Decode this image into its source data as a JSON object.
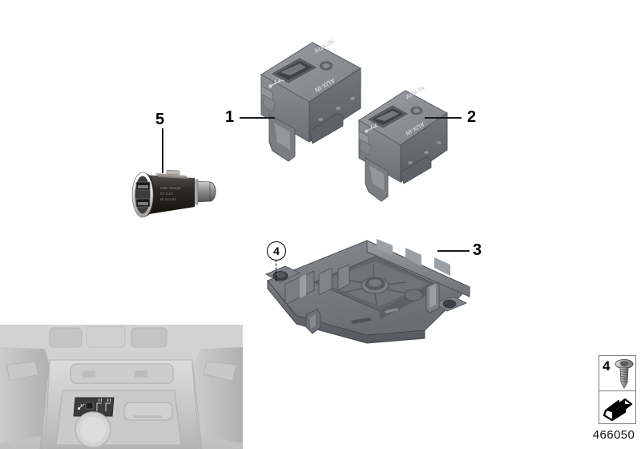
{
  "diagram": {
    "part_number": "466050",
    "background_color": "#ffffff",
    "line_color": "#1a1a1a"
  },
  "callouts": [
    {
      "id": "1",
      "label": "1",
      "target": "usb-aux-socket-large",
      "style": "plain"
    },
    {
      "id": "2",
      "label": "2",
      "target": "usb-aux-socket-small",
      "style": "plain"
    },
    {
      "id": "3",
      "label": "3",
      "target": "mounting-bracket",
      "style": "plain"
    },
    {
      "id": "4",
      "label": "4",
      "target": "screw",
      "style": "circled"
    },
    {
      "id": "5",
      "label": "5",
      "target": "dual-usb-charger-adapter",
      "style": "plain"
    }
  ],
  "parts": {
    "socket_large": {
      "name": "USB / AUX-IN socket",
      "face_text": "AUX-IN",
      "icons": [
        "usb-icon",
        "aux-jack-icon"
      ],
      "body_color": "#7d8084",
      "face_color": "#8e9195"
    },
    "socket_small": {
      "name": "USB / AUX-IN socket",
      "face_text": "AUX-IN",
      "icons": [
        "usb-icon",
        "aux-jack-icon"
      ],
      "body_color": "#7d8084",
      "face_color": "#8e9195"
    },
    "bracket": {
      "name": "Mounting bracket / carrier",
      "body_color": "#6f7276"
    },
    "charger": {
      "name": "Dual USB charger adapter",
      "body_color": "#2b2722",
      "ring_color": "#e6e6e6",
      "usb_port_color": "#6b6b6b"
    },
    "screw": {
      "name": "Self-tapping screw",
      "head_type": "pan head",
      "body_color": "#b9b9b9"
    }
  },
  "detail_box": {
    "number_label": "4",
    "screw_icon": "screw-icon",
    "arrow_icon": "detail-arrow-icon"
  },
  "interior_photo": {
    "name": "Rear centre console overview",
    "console_panel": {
      "icons": [
        "usb-icon",
        "seat-heating-icon",
        "seat-heating-icon"
      ],
      "panel_color": "#3a3a3a"
    },
    "base_color": "#c9c9c9"
  }
}
